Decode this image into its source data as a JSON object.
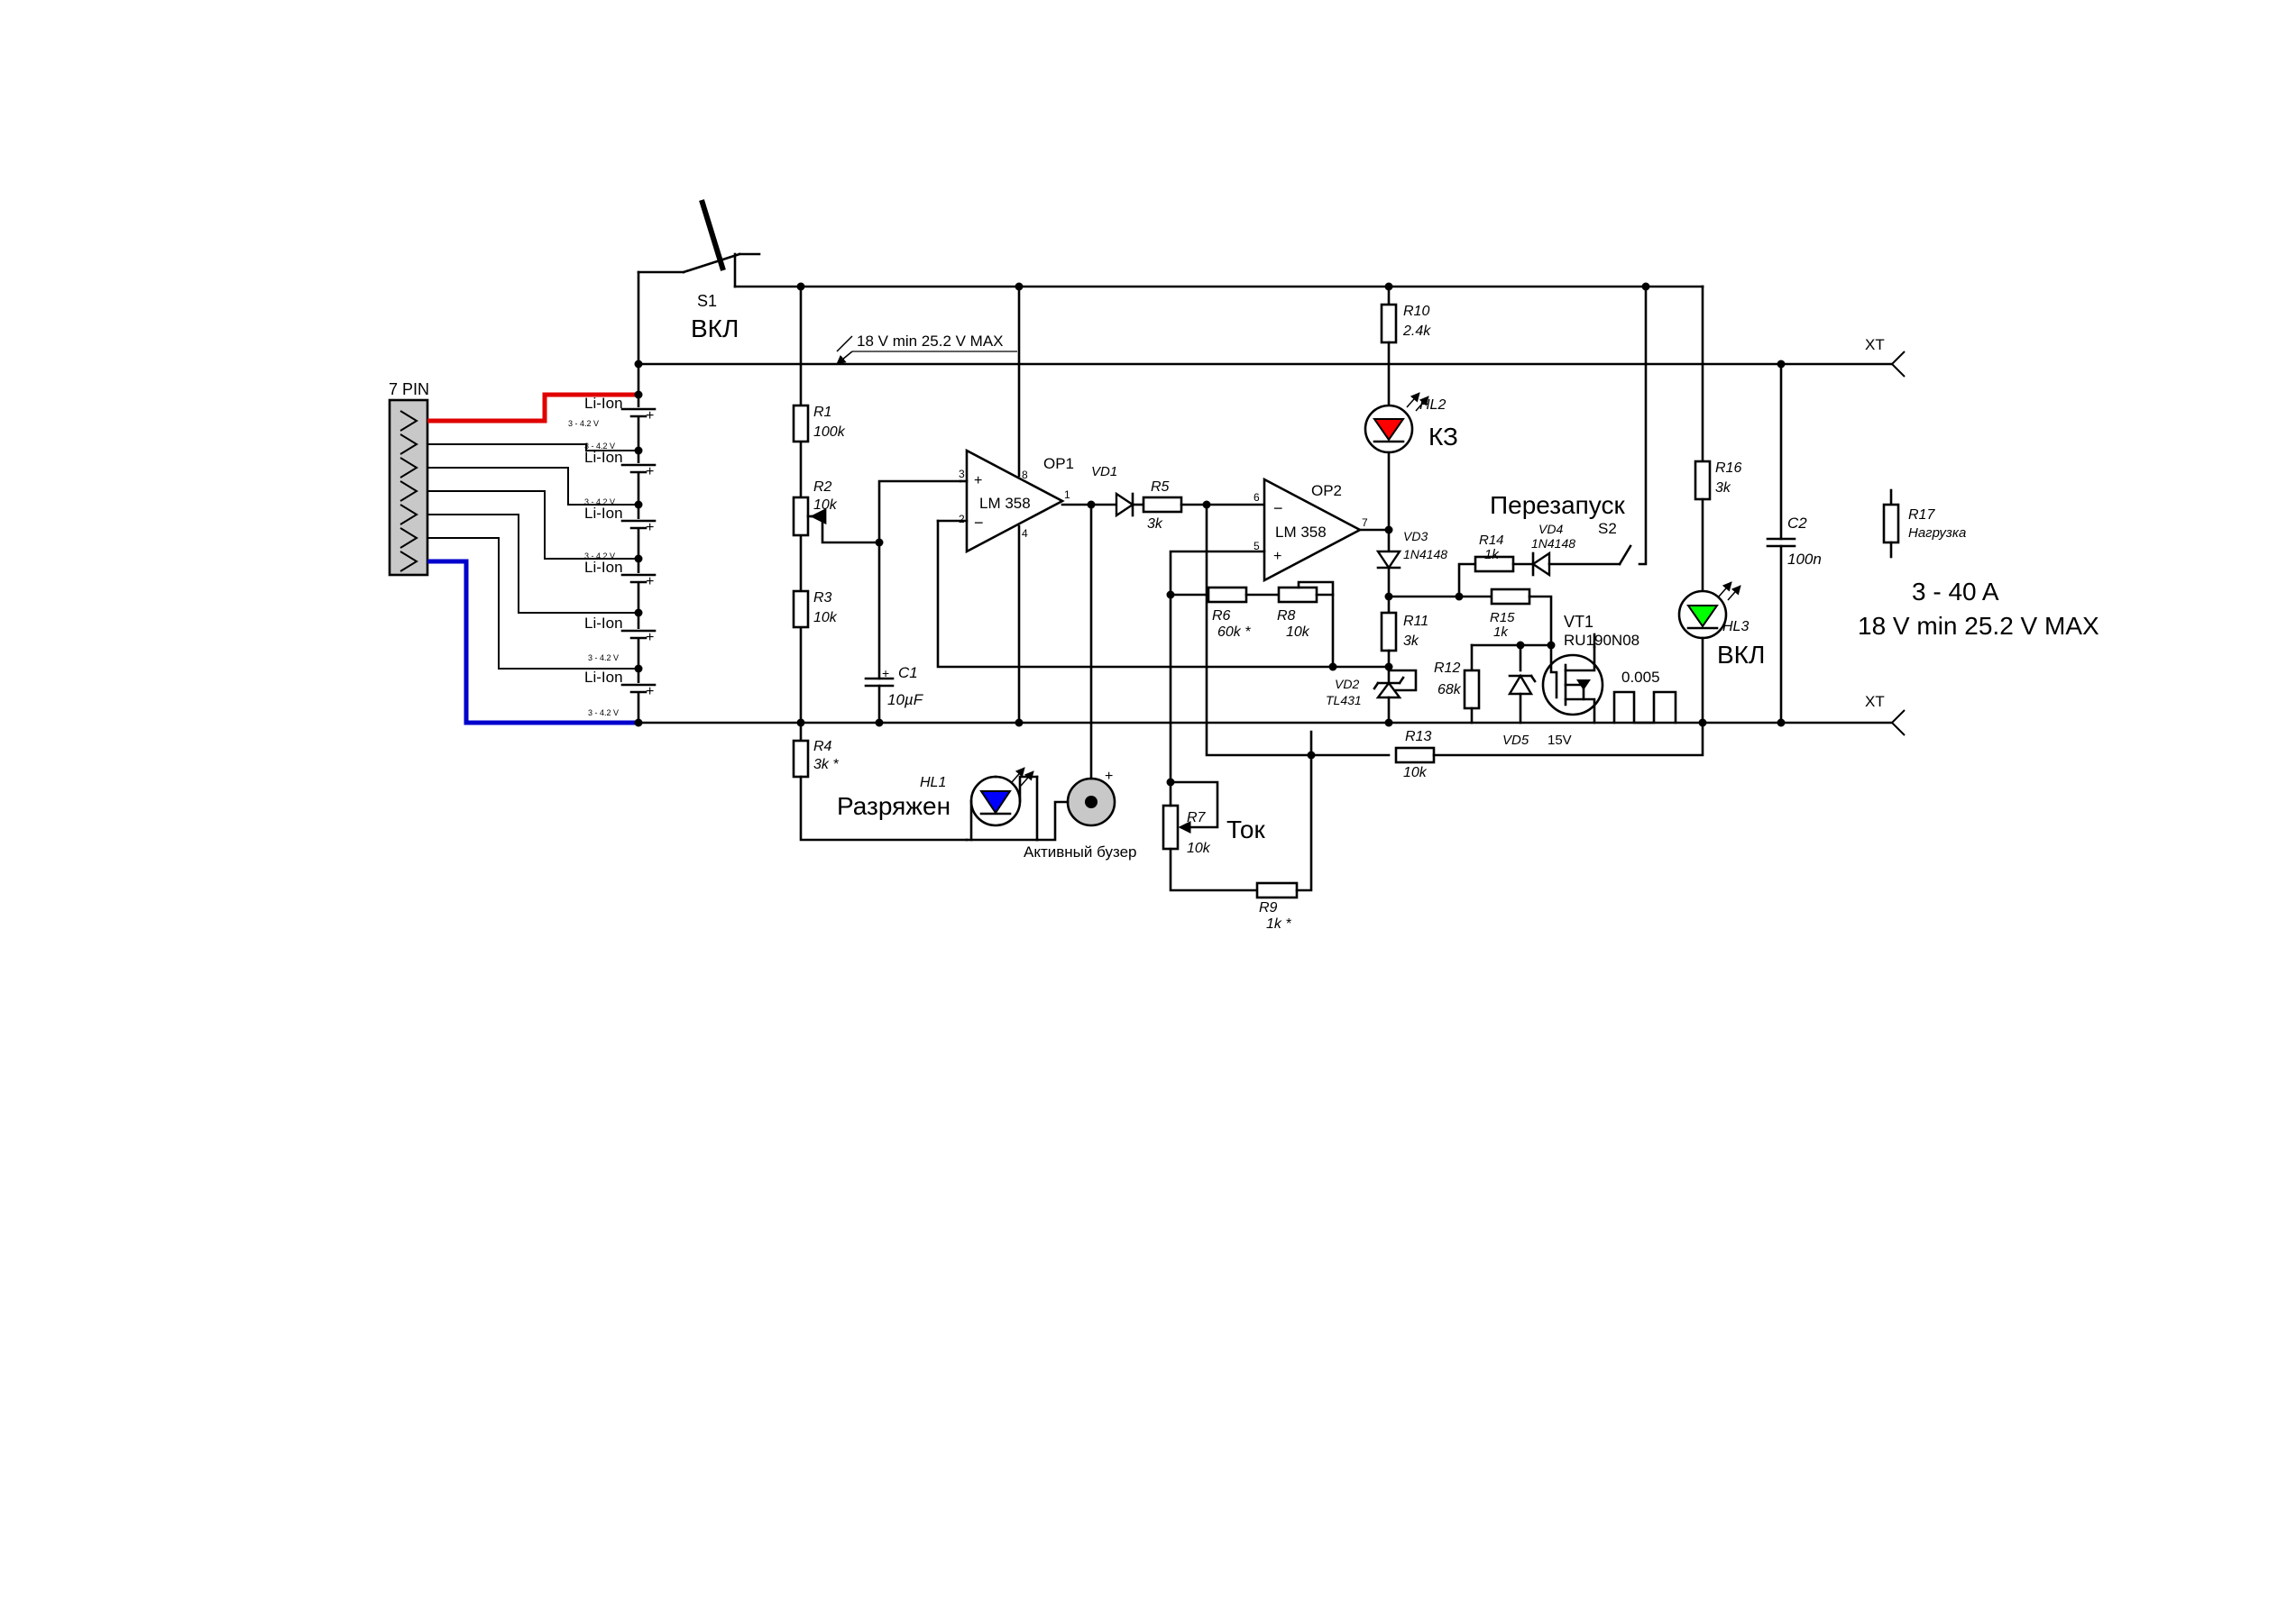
{
  "connector": {
    "label": "7 PIN"
  },
  "switch_s1": {
    "ref": "S1",
    "name": "ВКЛ"
  },
  "bus": {
    "voltage_note": "18 V min  25.2 V MAX"
  },
  "cells": [
    {
      "label": "Li-Ion",
      "voltage": "3 - 4.2 V"
    },
    {
      "label": "Li-Ion",
      "voltage": "3 - 4.2 V"
    },
    {
      "label": "Li-Ion",
      "voltage": "3 - 4.2 V"
    },
    {
      "label": "Li-Ion",
      "voltage": "3 - 4.2 V"
    },
    {
      "label": "Li-Ion",
      "voltage": "3 - 4.2 V"
    },
    {
      "label": "Li-Ion",
      "voltage": "3 - 4.2 V"
    }
  ],
  "plus_sign": "+",
  "resistors": {
    "r1": {
      "ref": "R1",
      "value": "100k"
    },
    "r2": {
      "ref": "R2",
      "value": "10k"
    },
    "r3": {
      "ref": "R3",
      "value": "10k"
    },
    "r4": {
      "ref": "R4",
      "value": "3k *"
    },
    "r5": {
      "ref": "R5",
      "value": "3k"
    },
    "r6": {
      "ref": "R6",
      "value": "60k *"
    },
    "r7": {
      "ref": "R7",
      "value": "10k"
    },
    "r8": {
      "ref": "R8",
      "value": "10k"
    },
    "r9": {
      "ref": "R9",
      "value": "1k *"
    },
    "r10": {
      "ref": "R10",
      "value": "2.4k"
    },
    "r11": {
      "ref": "R11",
      "value": "3k"
    },
    "r12": {
      "ref": "R12",
      "value": "68k"
    },
    "r13": {
      "ref": "R13",
      "value": "10k"
    },
    "r14": {
      "ref": "R14",
      "value": "1k"
    },
    "r15": {
      "ref": "R15",
      "value": "1k"
    },
    "r16": {
      "ref": "R16",
      "value": "3k"
    },
    "r17": {
      "ref": "R17",
      "value": "Нагрузка"
    }
  },
  "capacitors": {
    "c1": {
      "ref": "C1",
      "value": "10µF"
    },
    "c2": {
      "ref": "C2",
      "value": "100n"
    }
  },
  "opamps": {
    "op1": {
      "ref": "OP1",
      "part": "LM 358",
      "pins": {
        "p3": "3",
        "p2": "2",
        "p8": "8",
        "p4": "4",
        "p1": "1"
      }
    },
    "op2": {
      "ref": "OP2",
      "part": "LM 358",
      "pins": {
        "p6": "6",
        "p5": "5",
        "p7": "7"
      }
    }
  },
  "diodes": {
    "vd1": {
      "ref": "VD1"
    },
    "vd2": {
      "ref": "VD2",
      "part": "TL431"
    },
    "vd3": {
      "ref": "VD3",
      "part": "1N4148"
    },
    "vd4": {
      "ref": "VD4",
      "part": "1N4148"
    },
    "vd5": {
      "ref": "VD5",
      "value": "15V"
    }
  },
  "leds": {
    "hl1": {
      "ref": "HL1",
      "name": "Разряжен",
      "color": "#0000ff"
    },
    "hl2": {
      "ref": "HL2",
      "name": "КЗ",
      "color": "#ff0000"
    },
    "hl3": {
      "ref": "HL3",
      "name": "ВКЛ",
      "color": "#00ff00"
    }
  },
  "buzzer": {
    "label": "Активный бузер",
    "plus": "+"
  },
  "pot_label": "Ток",
  "switch_s2": {
    "ref": "S2",
    "name": "Перезапуск"
  },
  "transistor": {
    "ref": "VT1",
    "part": "RU190N08"
  },
  "pulse_label": "0.005",
  "terminals": {
    "top": "XT",
    "bottom": "XT"
  },
  "load_info": {
    "current": "3 - 40 A",
    "voltage": "18 V min  25.2 V MAX"
  },
  "wire_colors": {
    "positive": "#e00000",
    "negative": "#0000cc"
  }
}
